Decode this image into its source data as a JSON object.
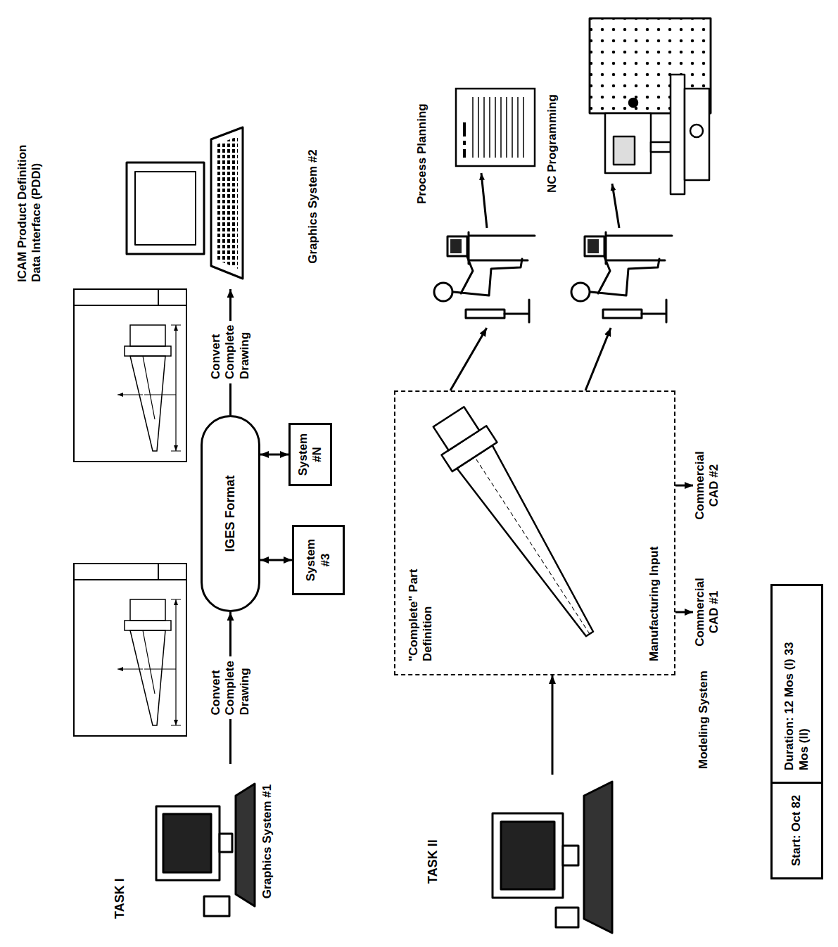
{
  "diagram": {
    "title": "ICAM Product Definition Data Interface (PDDI)",
    "nodes": [
      {
        "text": [
          "Graphics System #1"
        ]
      },
      {
        "text": [
          "IGES Format"
        ]
      },
      {
        "text": [
          "Graphics System #2"
        ]
      },
      {
        "text": [
          "System #3"
        ]
      },
      {
        "text": [
          "System #N"
        ]
      },
      {
        "text": [
          "Modeling System"
        ]
      },
      {
        "text": [
          "\"Complete\" Part Definition",
          "Manufacturing Input"
        ]
      },
      {
        "text": [
          "Process Planning"
        ]
      },
      {
        "text": [
          "NC Programming"
        ]
      },
      {
        "text": [
          "Commercial CAD #1"
        ]
      },
      {
        "text": [
          "Commercial CAD #2"
        ]
      },
      {
        "text": [
          "Start: Oct 82",
          "Duration: 12 Mos (I) 33 Mos (II)"
        ]
      }
    ],
    "edges": [
      {
        "from": 0,
        "to": 1,
        "arrow": "to",
        "label": "Convert Complete Drawing"
      },
      {
        "from": 1,
        "to": 2,
        "arrow": "to",
        "label": "Convert Complete Drawing"
      },
      {
        "from": 1,
        "to": 3,
        "arrow": "both"
      },
      {
        "from": 1,
        "to": 4,
        "arrow": "both"
      },
      {
        "from": 5,
        "to": 6,
        "arrow": "to"
      },
      {
        "from": 6,
        "to": 7,
        "arrow": "to"
      },
      {
        "from": 6,
        "to": 8,
        "arrow": "to"
      },
      {
        "from": 6,
        "to": 9,
        "arrow": "to"
      },
      {
        "from": 6,
        "to": 10,
        "arrow": "to"
      }
    ],
    "labels": [
      "TASK I",
      "TASK II"
    ]
  }
}
